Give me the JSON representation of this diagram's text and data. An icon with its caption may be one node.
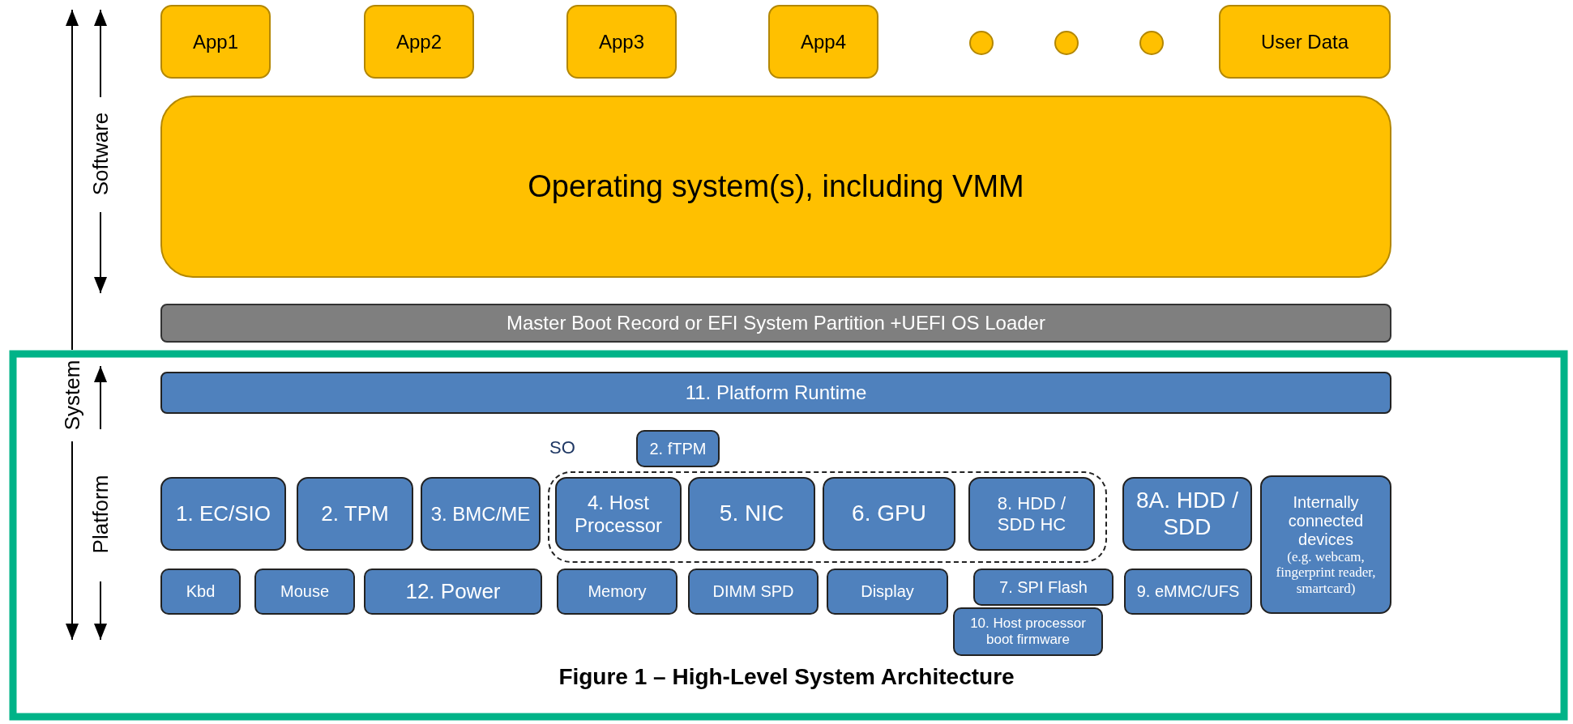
{
  "diagram": {
    "caption": "Figure 1 – High-Level System Architecture",
    "nodes": [
      {
        "text": [
          "App1"
        ]
      },
      {
        "text": [
          "App2"
        ]
      },
      {
        "text": [
          "App3"
        ]
      },
      {
        "text": [
          "App4"
        ]
      },
      {
        "text": [],
        "shape": "circle"
      },
      {
        "text": [],
        "shape": "circle"
      },
      {
        "text": [],
        "shape": "circle"
      },
      {
        "text": [
          "User Data"
        ]
      },
      {
        "text": [
          "Operating system(s), including VMM"
        ]
      },
      {
        "text": [
          "Master Boot Record or EFI System Partition +UEFI OS Loader"
        ]
      },
      {
        "text": [
          "11. Platform Runtime"
        ]
      },
      {
        "text": [
          "2. fTPM"
        ]
      },
      {
        "text": [
          "1. EC/SIO"
        ]
      },
      {
        "text": [
          "2. TPM"
        ]
      },
      {
        "text": [
          "3. BMC/ME"
        ]
      },
      {
        "text": [
          "SO"
        ]
      },
      {
        "text": [
          "4. Host Processor"
        ],
        "in": 15
      },
      {
        "text": [
          "5. NIC"
        ],
        "in": 15
      },
      {
        "text": [
          "6. GPU"
        ],
        "in": 15
      },
      {
        "text": [
          "8. HDD / SDD HC"
        ],
        "in": 15
      },
      {
        "text": [
          "8A. HDD / SDD"
        ]
      },
      {
        "text": [
          "Internally connected devices",
          "(e.g. webcam, fingerprint reader, smartcard)"
        ]
      },
      {
        "text": [
          "Kbd"
        ]
      },
      {
        "text": [
          "Mouse"
        ]
      },
      {
        "text": [
          "12. Power"
        ]
      },
      {
        "text": [
          "Memory"
        ]
      },
      {
        "text": [
          "DIMM SPD"
        ]
      },
      {
        "text": [
          "Display"
        ]
      },
      {
        "text": [
          "7. SPI Flash"
        ]
      },
      {
        "text": [
          "9. eMMC/UFS"
        ]
      },
      {
        "text": [
          "10. Host processor boot firmware"
        ]
      }
    ],
    "labels": [
      "Software",
      "System",
      "Platform"
    ]
  }
}
